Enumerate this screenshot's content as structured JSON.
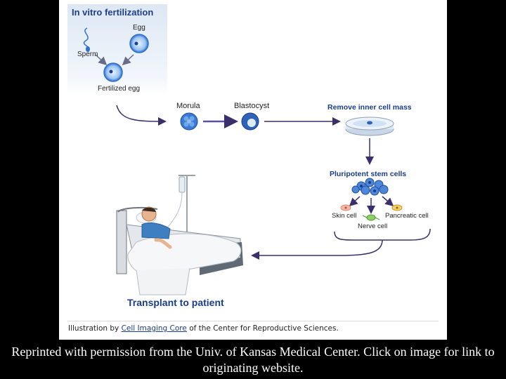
{
  "diagram": {
    "title": "In vitro fertilization",
    "labels": {
      "egg": "Egg",
      "sperm": "Sperm",
      "fertilized_egg": "Fertilized egg",
      "morula": "Morula",
      "blastocyst": "Blastocyst",
      "remove_inner_cell_mass": "Remove inner cell mass",
      "pluripotent_stem_cells": "Pluripotent stem cells",
      "skin_cell": "Skin cell",
      "pancreatic_cell": "Pancreatic cell",
      "nerve_cell": "Nerve cell",
      "transplant": "Transplant to patient"
    },
    "credit": {
      "prefix": "Illustration by ",
      "link": "Cell Imaging Core",
      "suffix": " of the Center for Reproductive Sciences."
    },
    "colors": {
      "title_blue": "#1c3e8f",
      "cell_blue": "#2f6fd0",
      "arrow": "#3a2f6b"
    }
  },
  "caption": "Reprinted with permission from the Univ. of Kansas Medical Center. Click on image for link to originating website."
}
